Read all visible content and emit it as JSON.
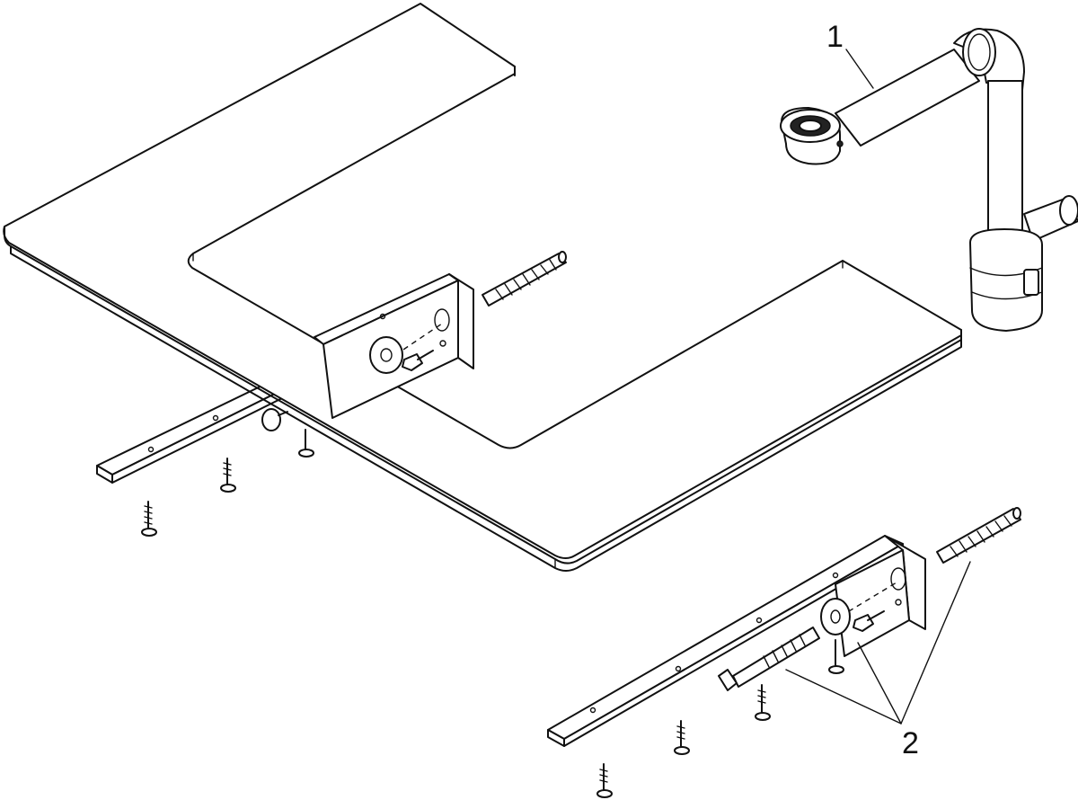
{
  "callouts": {
    "item_1": "1",
    "item_2": "2"
  },
  "parts": {
    "countertop": "washbasin-countertop",
    "siphon": "siphon-drain-assembly",
    "mounting_kit": "mounting-bracket-kit"
  },
  "colors": {
    "line": "#111111",
    "background": "#ffffff"
  }
}
